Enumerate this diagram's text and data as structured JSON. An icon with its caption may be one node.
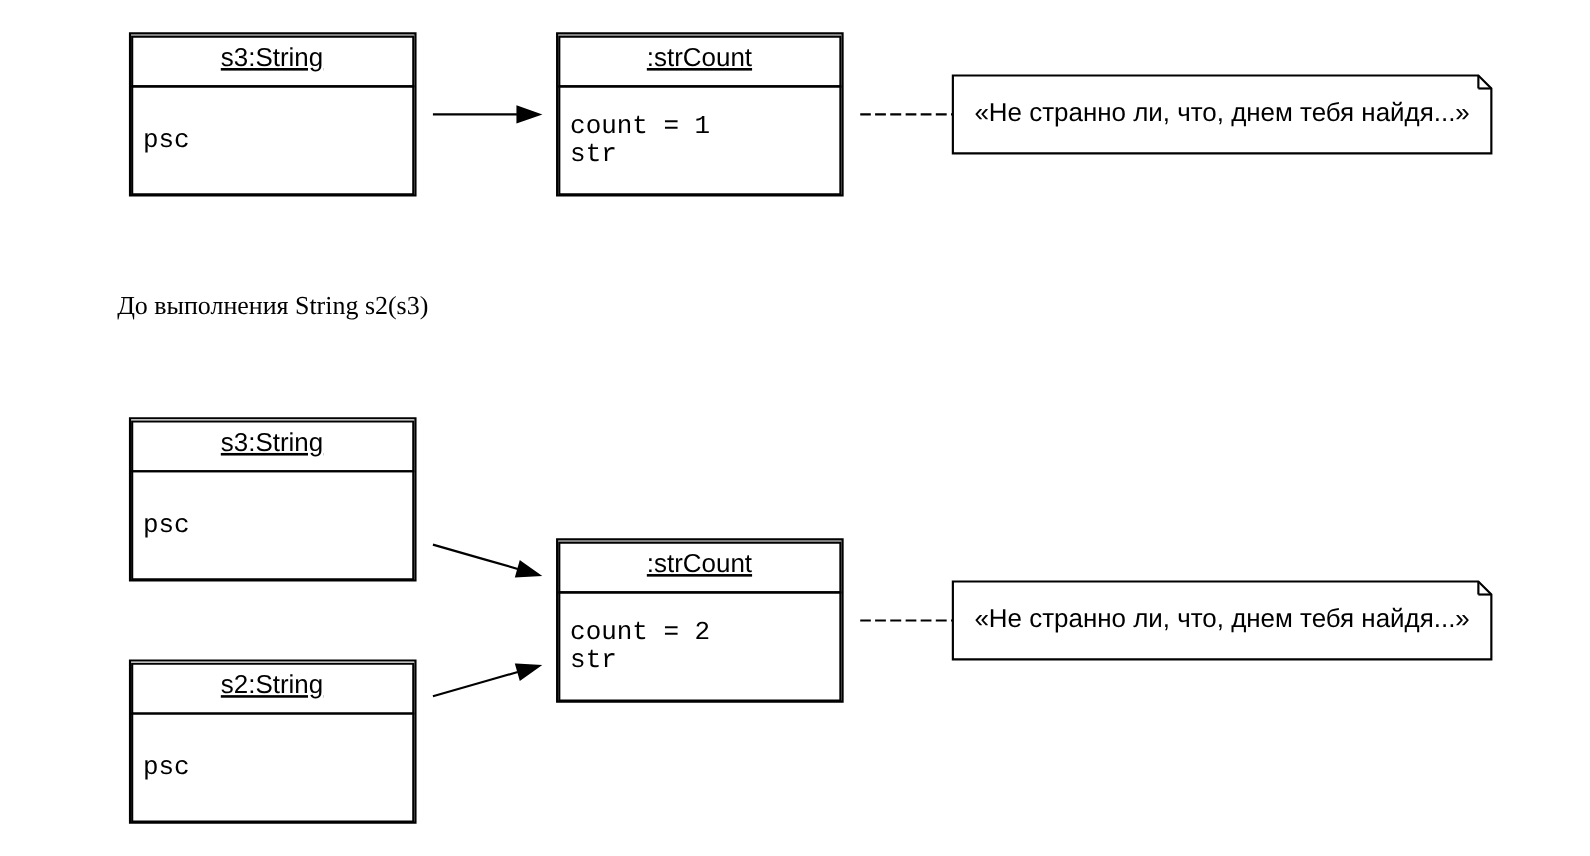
{
  "diagram": {
    "nodes": [
      {
        "text": [
          "s3:String",
          "psc"
        ]
      },
      {
        "text": [
          ":strCount",
          "count = 1",
          "str"
        ]
      },
      {
        "text": [
          "«Не странно ли, что, днем тебя найдя...»"
        ]
      },
      {
        "text": [
          "s3:String",
          "psc"
        ]
      },
      {
        "text": [
          ":strCount",
          "count = 2",
          "str"
        ]
      },
      {
        "text": [
          "«Не странно ли, что, днем тебя найдя...»"
        ]
      },
      {
        "text": [
          "s2:String",
          "psc"
        ]
      }
    ],
    "edges": [
      {
        "from": 0,
        "to": 1,
        "arrow": "to"
      },
      {
        "from": 1,
        "to": 2,
        "arrow": "none",
        "style": "dashed"
      },
      {
        "from": 3,
        "to": 4,
        "arrow": "to"
      },
      {
        "from": 4,
        "to": 5,
        "arrow": "none",
        "style": "dashed"
      },
      {
        "from": 6,
        "to": 4,
        "arrow": "to"
      }
    ],
    "labels": [
      "До выполнения String s2(s3)"
    ]
  }
}
